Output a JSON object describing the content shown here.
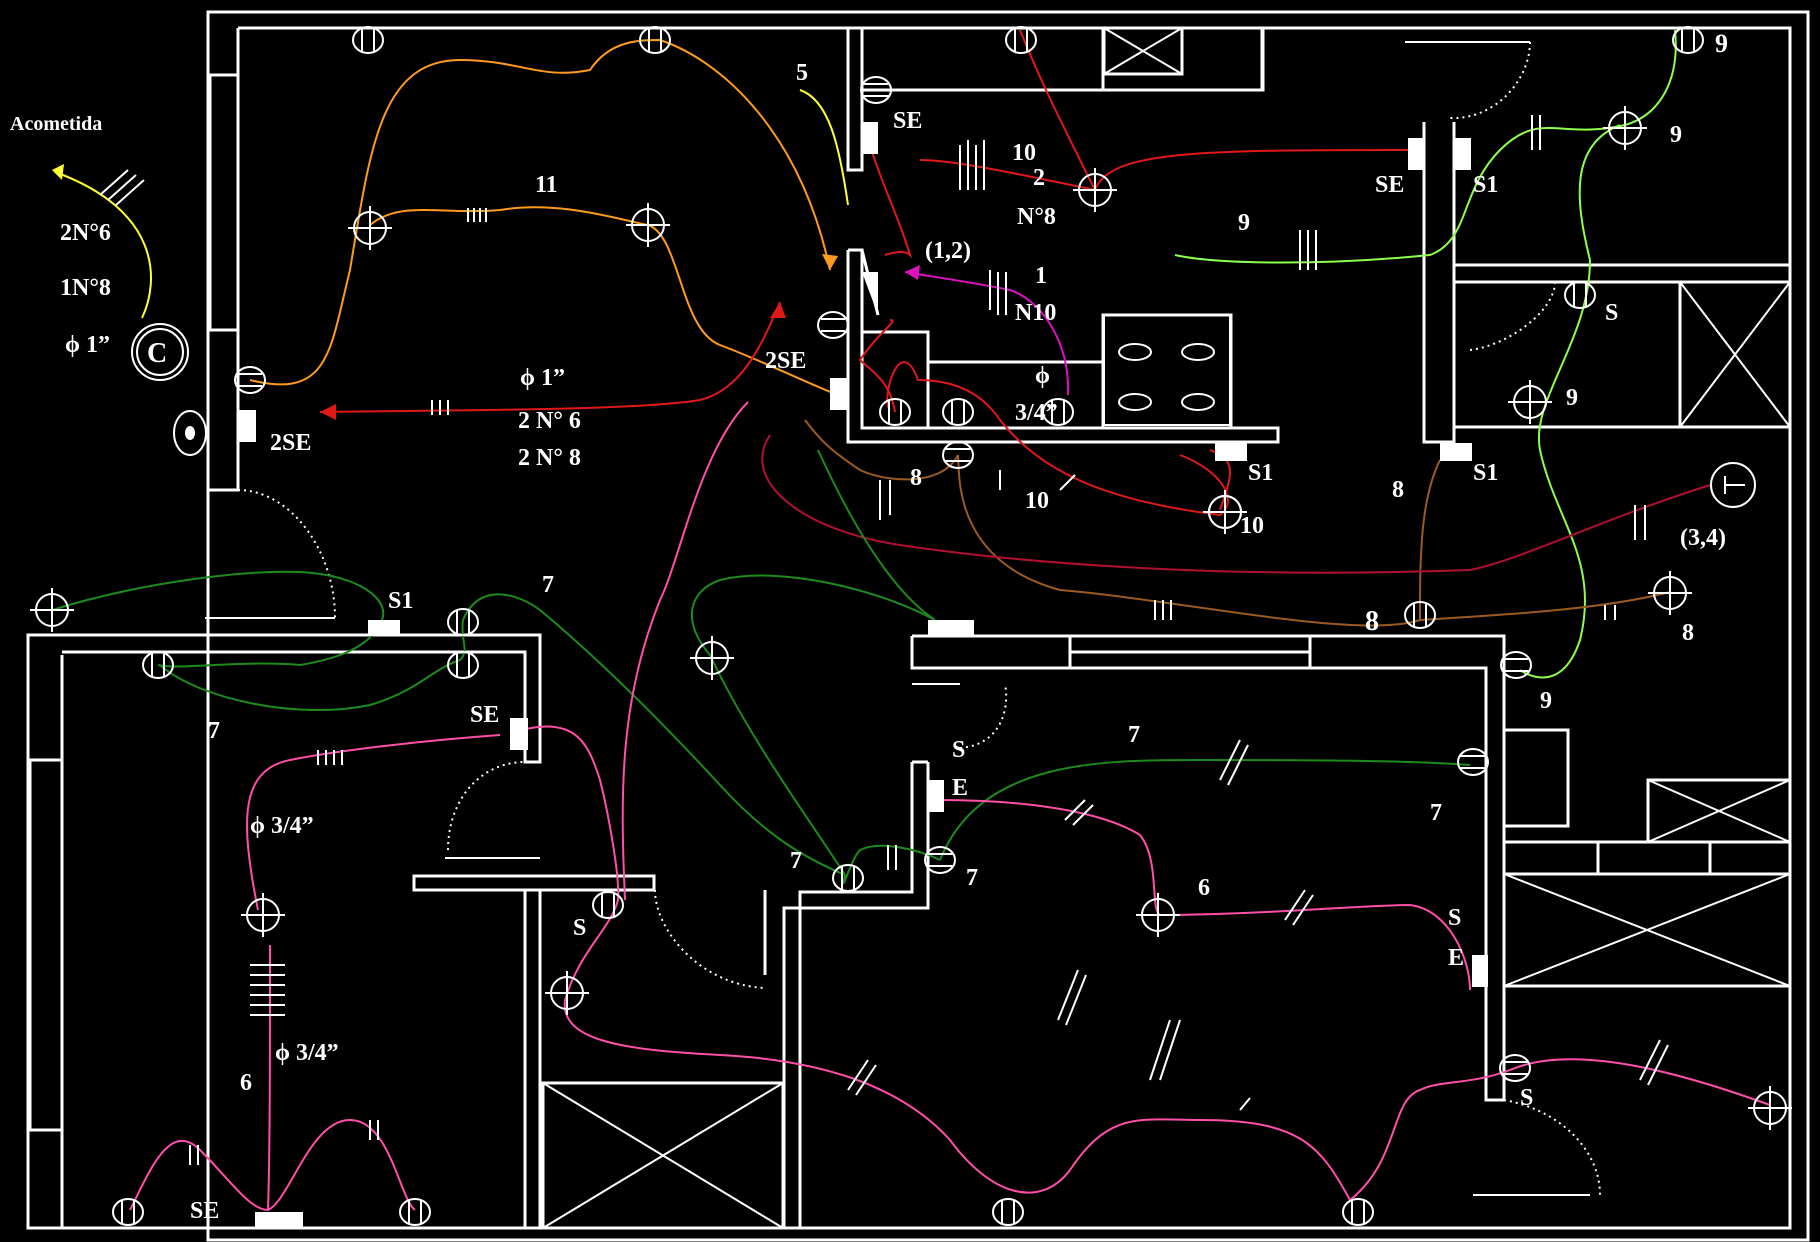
{
  "colors": {
    "background": "#000000",
    "walls": "#ffffff",
    "orange": "#ff9a1f",
    "yellow": "#ffff33",
    "red": "#e01818",
    "magenta": "#e010c0",
    "light_green": "#8cff4a",
    "dark_green": "#1c8a1c",
    "pink": "#ff4fa8",
    "brown": "#9a5a22",
    "dark_red": "#b01030"
  },
  "service": {
    "title": "Acometida",
    "conductors_a": "2N°6",
    "conductors_b": "1N°8",
    "conduit": "ϕ 1”",
    "meter": "C",
    "panel": "2SE"
  },
  "feeder": {
    "conduit": "ϕ 1”",
    "line1": "2 N° 6",
    "line2": "2 N° 8"
  },
  "labels": {
    "c11": "11",
    "c5": "5",
    "se_kitchen": "SE",
    "c10a": "10",
    "c2": "2",
    "n8": "N°8",
    "c12": "(1,2)",
    "c1": "1",
    "n10": "N10",
    "phi_kitchen": "ϕ",
    "three_quarter_k": "3/4”",
    "twose_kitchen": "2SE",
    "c8a": "8",
    "c10b": "10",
    "s1_kitchen": "S1",
    "c10c": "10",
    "c9a": "9",
    "se_right": "SE",
    "s1_right": "S1",
    "c9b": "9",
    "c9c": "9",
    "s_bath": "S",
    "c9d": "9",
    "c8b": "8",
    "s1_lower": "S1",
    "c34": "(3,4)",
    "c8c": "8",
    "c8d": "8",
    "c9e": "9",
    "s1_left": "S1",
    "c7a": "7",
    "c7b": "7",
    "se_left": "SE",
    "phi_left": "ϕ 3/4”",
    "c7c": "7",
    "s_mid": "S",
    "e_mid": "E",
    "c7d": "7",
    "c7e": "7",
    "c6a": "6",
    "s_right2": "S",
    "e_right2": "E",
    "s_door": "S",
    "s_hall": "S",
    "phi_bottom": "ϕ 3/4”",
    "c6b": "6",
    "se_bottom": "SE",
    "c7f": "7"
  }
}
